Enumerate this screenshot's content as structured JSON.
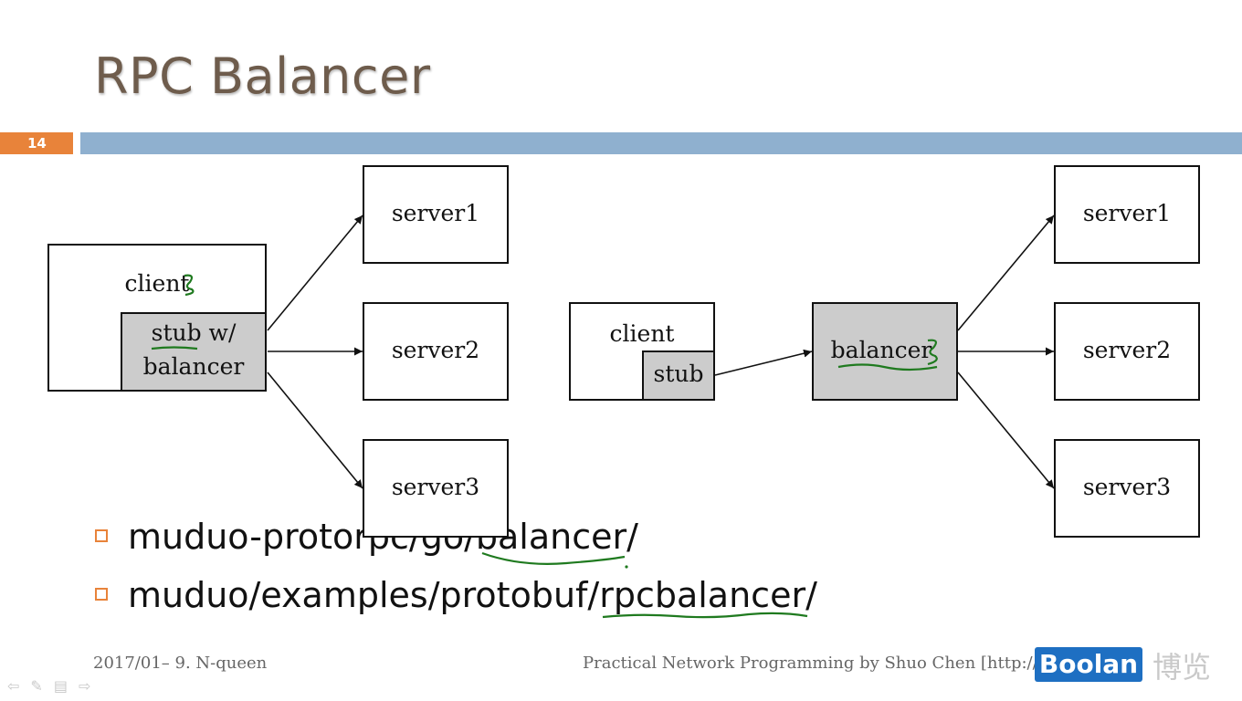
{
  "slide": {
    "title": "RPC Balancer",
    "number": "14"
  },
  "diagram_left": {
    "client": "client",
    "stub_line1": "stub w/",
    "stub_line2": "balancer",
    "servers": [
      "server1",
      "server2",
      "server3"
    ]
  },
  "diagram_right": {
    "client": "client",
    "stub": "stub",
    "balancer": "balancer",
    "servers": [
      "server1",
      "server2",
      "server3"
    ]
  },
  "bullets": [
    "muduo-protorpc/go/balancer/",
    "muduo/examples/protobuf/rpcbalancer/"
  ],
  "footer": {
    "left": "2017/01– 9. N-queen",
    "right": "Practical Network Programming by Shuo Chen [http://ch"
  },
  "logo": {
    "text": "Boolan",
    "cn": "博览"
  },
  "colors": {
    "accent_orange": "#e8833a",
    "title_bar_blue": "#8fb0cf",
    "title_brown": "#6e5c4c",
    "annotation_green": "#1f7a1f",
    "box_gray": "#cccccc",
    "logo_blue": "#1e6fc2"
  }
}
